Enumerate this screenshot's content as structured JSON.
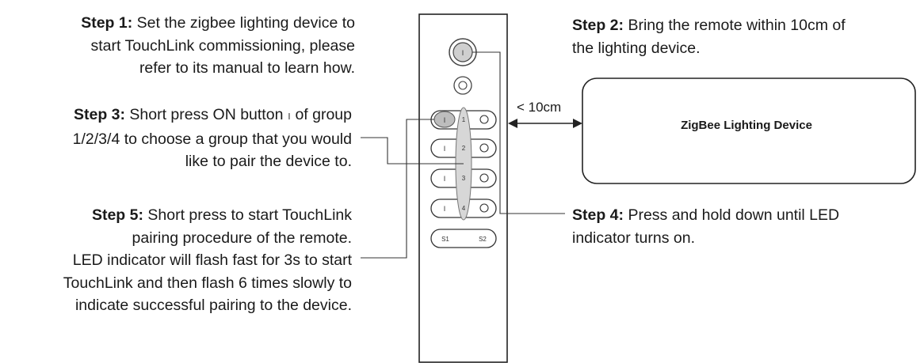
{
  "step1": {
    "label": "Step 1:",
    "line1": "Set the zigbee lighting device to",
    "line2": "start TouchLink commissioning, please",
    "line3": "refer to its manual to learn how."
  },
  "step2": {
    "label": "Step 2:",
    "line1": "Bring the remote within 10cm of",
    "line2": "the lighting device."
  },
  "step3": {
    "label": "Step 3:",
    "line1": "Short press ON button",
    "line1b": "of group",
    "line2": "1/2/3/4 to choose a group that you would",
    "line3": "like to pair the device to."
  },
  "step4": {
    "label": "Step 4:",
    "line1": "Press and hold down until LED",
    "line2": "indicator turns on."
  },
  "step5": {
    "label": "Step 5:",
    "line1": "Short press to start TouchLink",
    "line2": "pairing procedure of the remote.",
    "line3": "LED indicator will flash fast for 3s to start",
    "line4": "TouchLink and then flash 6 times slowly to",
    "line5": "indicate successful pairing to the device."
  },
  "device": {
    "label": "ZigBee Lighting Device"
  },
  "distance": {
    "label": "< 10cm"
  },
  "remote": {
    "on_symbol": "I",
    "off_symbol": "O",
    "groups": [
      "1",
      "2",
      "3",
      "4"
    ],
    "scene_buttons": [
      "S1",
      "S2"
    ]
  }
}
